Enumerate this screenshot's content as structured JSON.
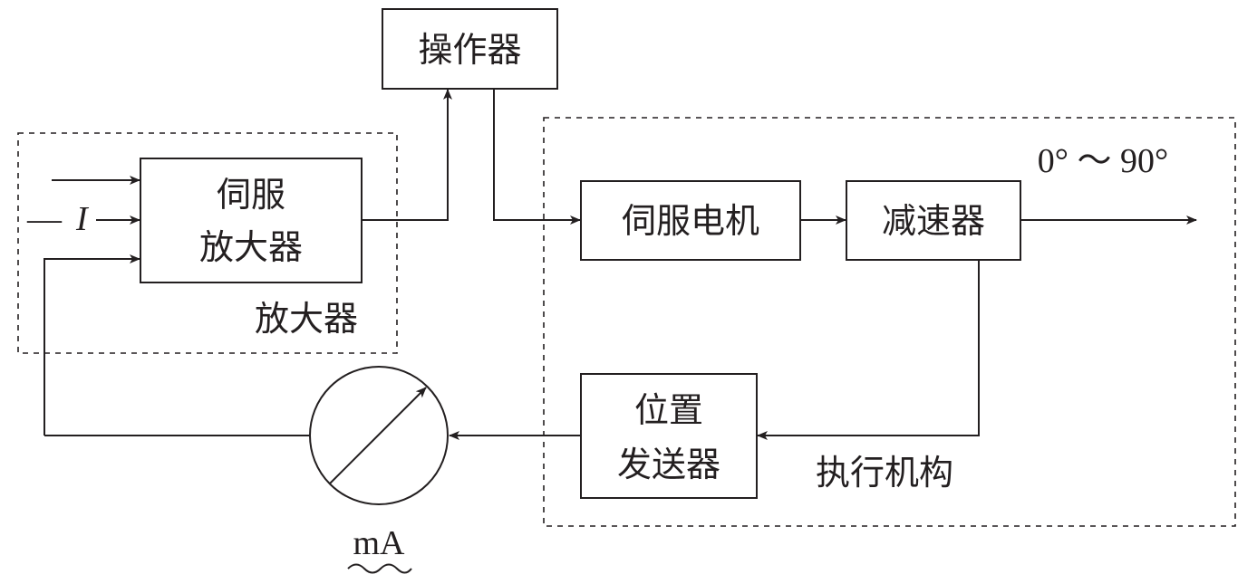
{
  "diagram": {
    "colors": {
      "stroke": "#231f20",
      "background": "#ffffff"
    },
    "blocks": {
      "operator": {
        "label": "操作器"
      },
      "servo_amp": {
        "line1": "伺服",
        "line2": "放大器"
      },
      "servo_motor": {
        "label": "伺服电机"
      },
      "reducer": {
        "label": "减速器"
      },
      "position_sender": {
        "line1": "位置",
        "line2": "发送器"
      }
    },
    "groups": {
      "amplifier": {
        "label": "放大器"
      },
      "actuator": {
        "label": "执行机构"
      }
    },
    "signals": {
      "input_current": "I",
      "input_dash": "—",
      "output_range": "0° ～ 90°"
    },
    "meter": {
      "label": "mA",
      "type": "milliammeter"
    }
  }
}
